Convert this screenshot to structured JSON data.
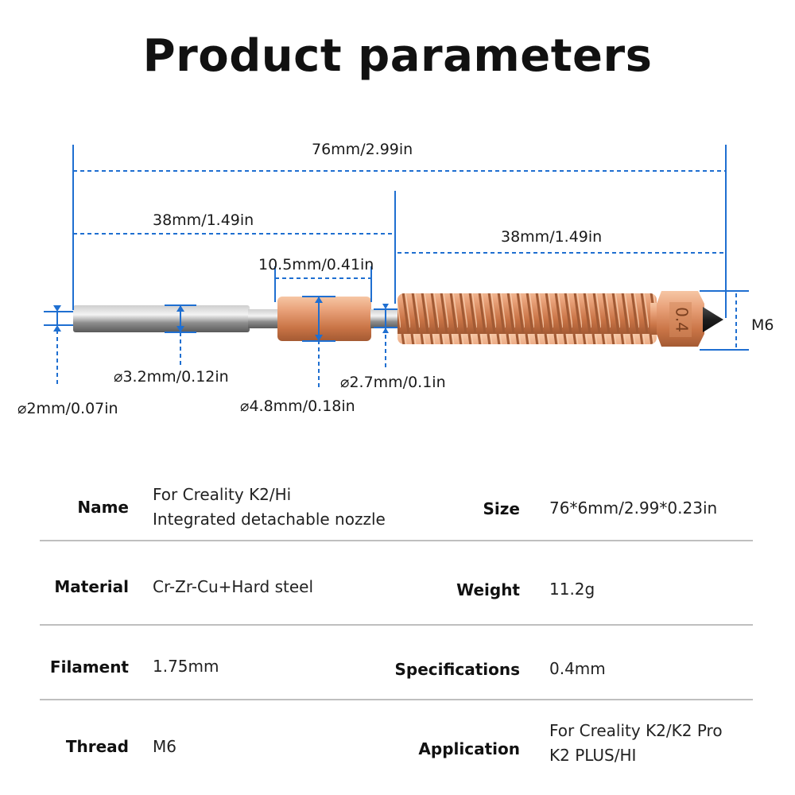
{
  "title": "Product parameters",
  "diagram": {
    "total_length": "76mm/2.99in",
    "left_half": "38mm/1.49in",
    "right_half": "38mm/1.49in",
    "sleeve_length": "10.5mm/0.41in",
    "thread_label": "M6",
    "nozzle_marking": "0.4",
    "dia_tip": "⌀2mm/0.07in",
    "dia_tube": "⌀3.2mm/0.12in",
    "dia_sleeve": "⌀4.8mm/0.18in",
    "dia_neck": "⌀2.7mm/0.1in"
  },
  "specs": {
    "rows": [
      {
        "left_key": "Name",
        "left_value": [
          "For Creality K2/Hi",
          "Integrated detachable nozzle"
        ],
        "right_key": "Size",
        "right_value": [
          "76*6mm/2.99*0.23in"
        ]
      },
      {
        "left_key": "Material",
        "left_value": [
          "Cr-Zr-Cu+Hard steel"
        ],
        "right_key": "Weight",
        "right_value": [
          "11.2g"
        ]
      },
      {
        "left_key": "Filament",
        "left_value": [
          "1.75mm"
        ],
        "right_key": "Specifications",
        "right_value": [
          "0.4mm"
        ]
      },
      {
        "left_key": "Thread",
        "left_value": [
          "M6"
        ],
        "right_key": "Application",
        "right_value": [
          "For Creality K2/K2 Pro",
          "K2 PLUS/HI"
        ]
      }
    ]
  },
  "colors": {
    "dimension_blue": "#1f6fd1",
    "copper": "#d8875a",
    "steel": "#8c8c8c",
    "tip_black": "#1e1e1e"
  }
}
